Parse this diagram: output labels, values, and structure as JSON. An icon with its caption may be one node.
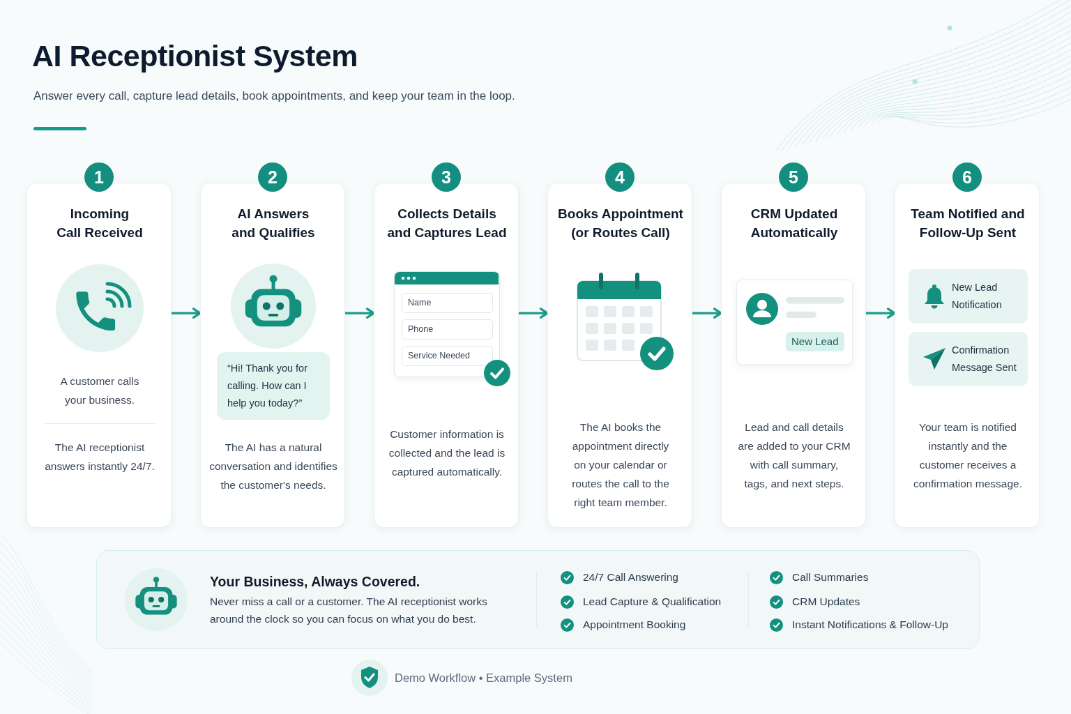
{
  "diagram": {
    "title": "AI Receptionist System",
    "nodes": [
      {
        "text": [
          "1"
        ]
      },
      {
        "text": [
          "Incoming Call Received",
          "A customer calls your business.",
          "The AI receptionist answers instantly 24/7."
        ]
      },
      {
        "text": [
          "2"
        ]
      },
      {
        "text": [
          "AI Answers and Qualifies",
          "The AI has a natural conversation and identifies the customer's needs."
        ]
      },
      {
        "text": [
          "“Hi! Thank you for calling. How can I help you today?”"
        ],
        "in": 3
      },
      {
        "text": [
          "3"
        ]
      },
      {
        "text": [
          "Collects Details and Captures Lead",
          "Customer information is collected and the lead is captured automatically."
        ]
      },
      {
        "text": [],
        "shape": "box",
        "in": 6
      },
      {
        "text": [
          "Name"
        ],
        "in": 7
      },
      {
        "text": [
          "Phone"
        ],
        "in": 7
      },
      {
        "text": [
          "Service Needed"
        ],
        "in": 7
      },
      {
        "text": [
          "4"
        ]
      },
      {
        "text": [
          "Books Appointment (or Routes Call)",
          "The AI books the appointment directly on your calendar or routes the call to the right team member."
        ]
      },
      {
        "text": [
          "5"
        ]
      },
      {
        "text": [
          "CRM Updated Automatically",
          "Lead and call details are added to your CRM with call summary, tags, and next steps."
        ]
      },
      {
        "text": [],
        "shape": "box",
        "in": 14
      },
      {
        "text": [
          "New Lead"
        ],
        "in": 15
      },
      {
        "text": [
          "6"
        ]
      },
      {
        "text": [
          "Team Notified and Follow-Up Sent",
          "Your team is notified instantly and the customer receives a confirmation message."
        ]
      },
      {
        "text": [
          "New Lead Notification"
        ],
        "in": 18
      },
      {
        "text": [
          "Confirmation Message Sent"
        ],
        "in": 18
      },
      {
        "text": [
          "Your Business, Always Covered.",
          "Never miss a call or a customer. The AI receptionist works around the clock so you can focus on what you do best.",
          "24/7 Call Answering",
          "Lead Capture & Qualification",
          "Appointment Booking",
          "Call Summaries",
          "CRM Updates",
          "Instant Notifications & Follow-Up"
        ]
      }
    ],
    "edges": [
      {
        "from": 1,
        "to": 3,
        "arrow": "to"
      },
      {
        "from": 3,
        "to": 6,
        "arrow": "to"
      },
      {
        "from": 6,
        "to": 12,
        "arrow": "to"
      },
      {
        "from": 12,
        "to": 14,
        "arrow": "to"
      },
      {
        "from": 14,
        "to": 18,
        "arrow": "to"
      }
    ],
    "labels": [
      "Answer every call, capture lead details, book appointments, and keep your team in the loop.",
      "Demo Workflow • Example System"
    ]
  }
}
